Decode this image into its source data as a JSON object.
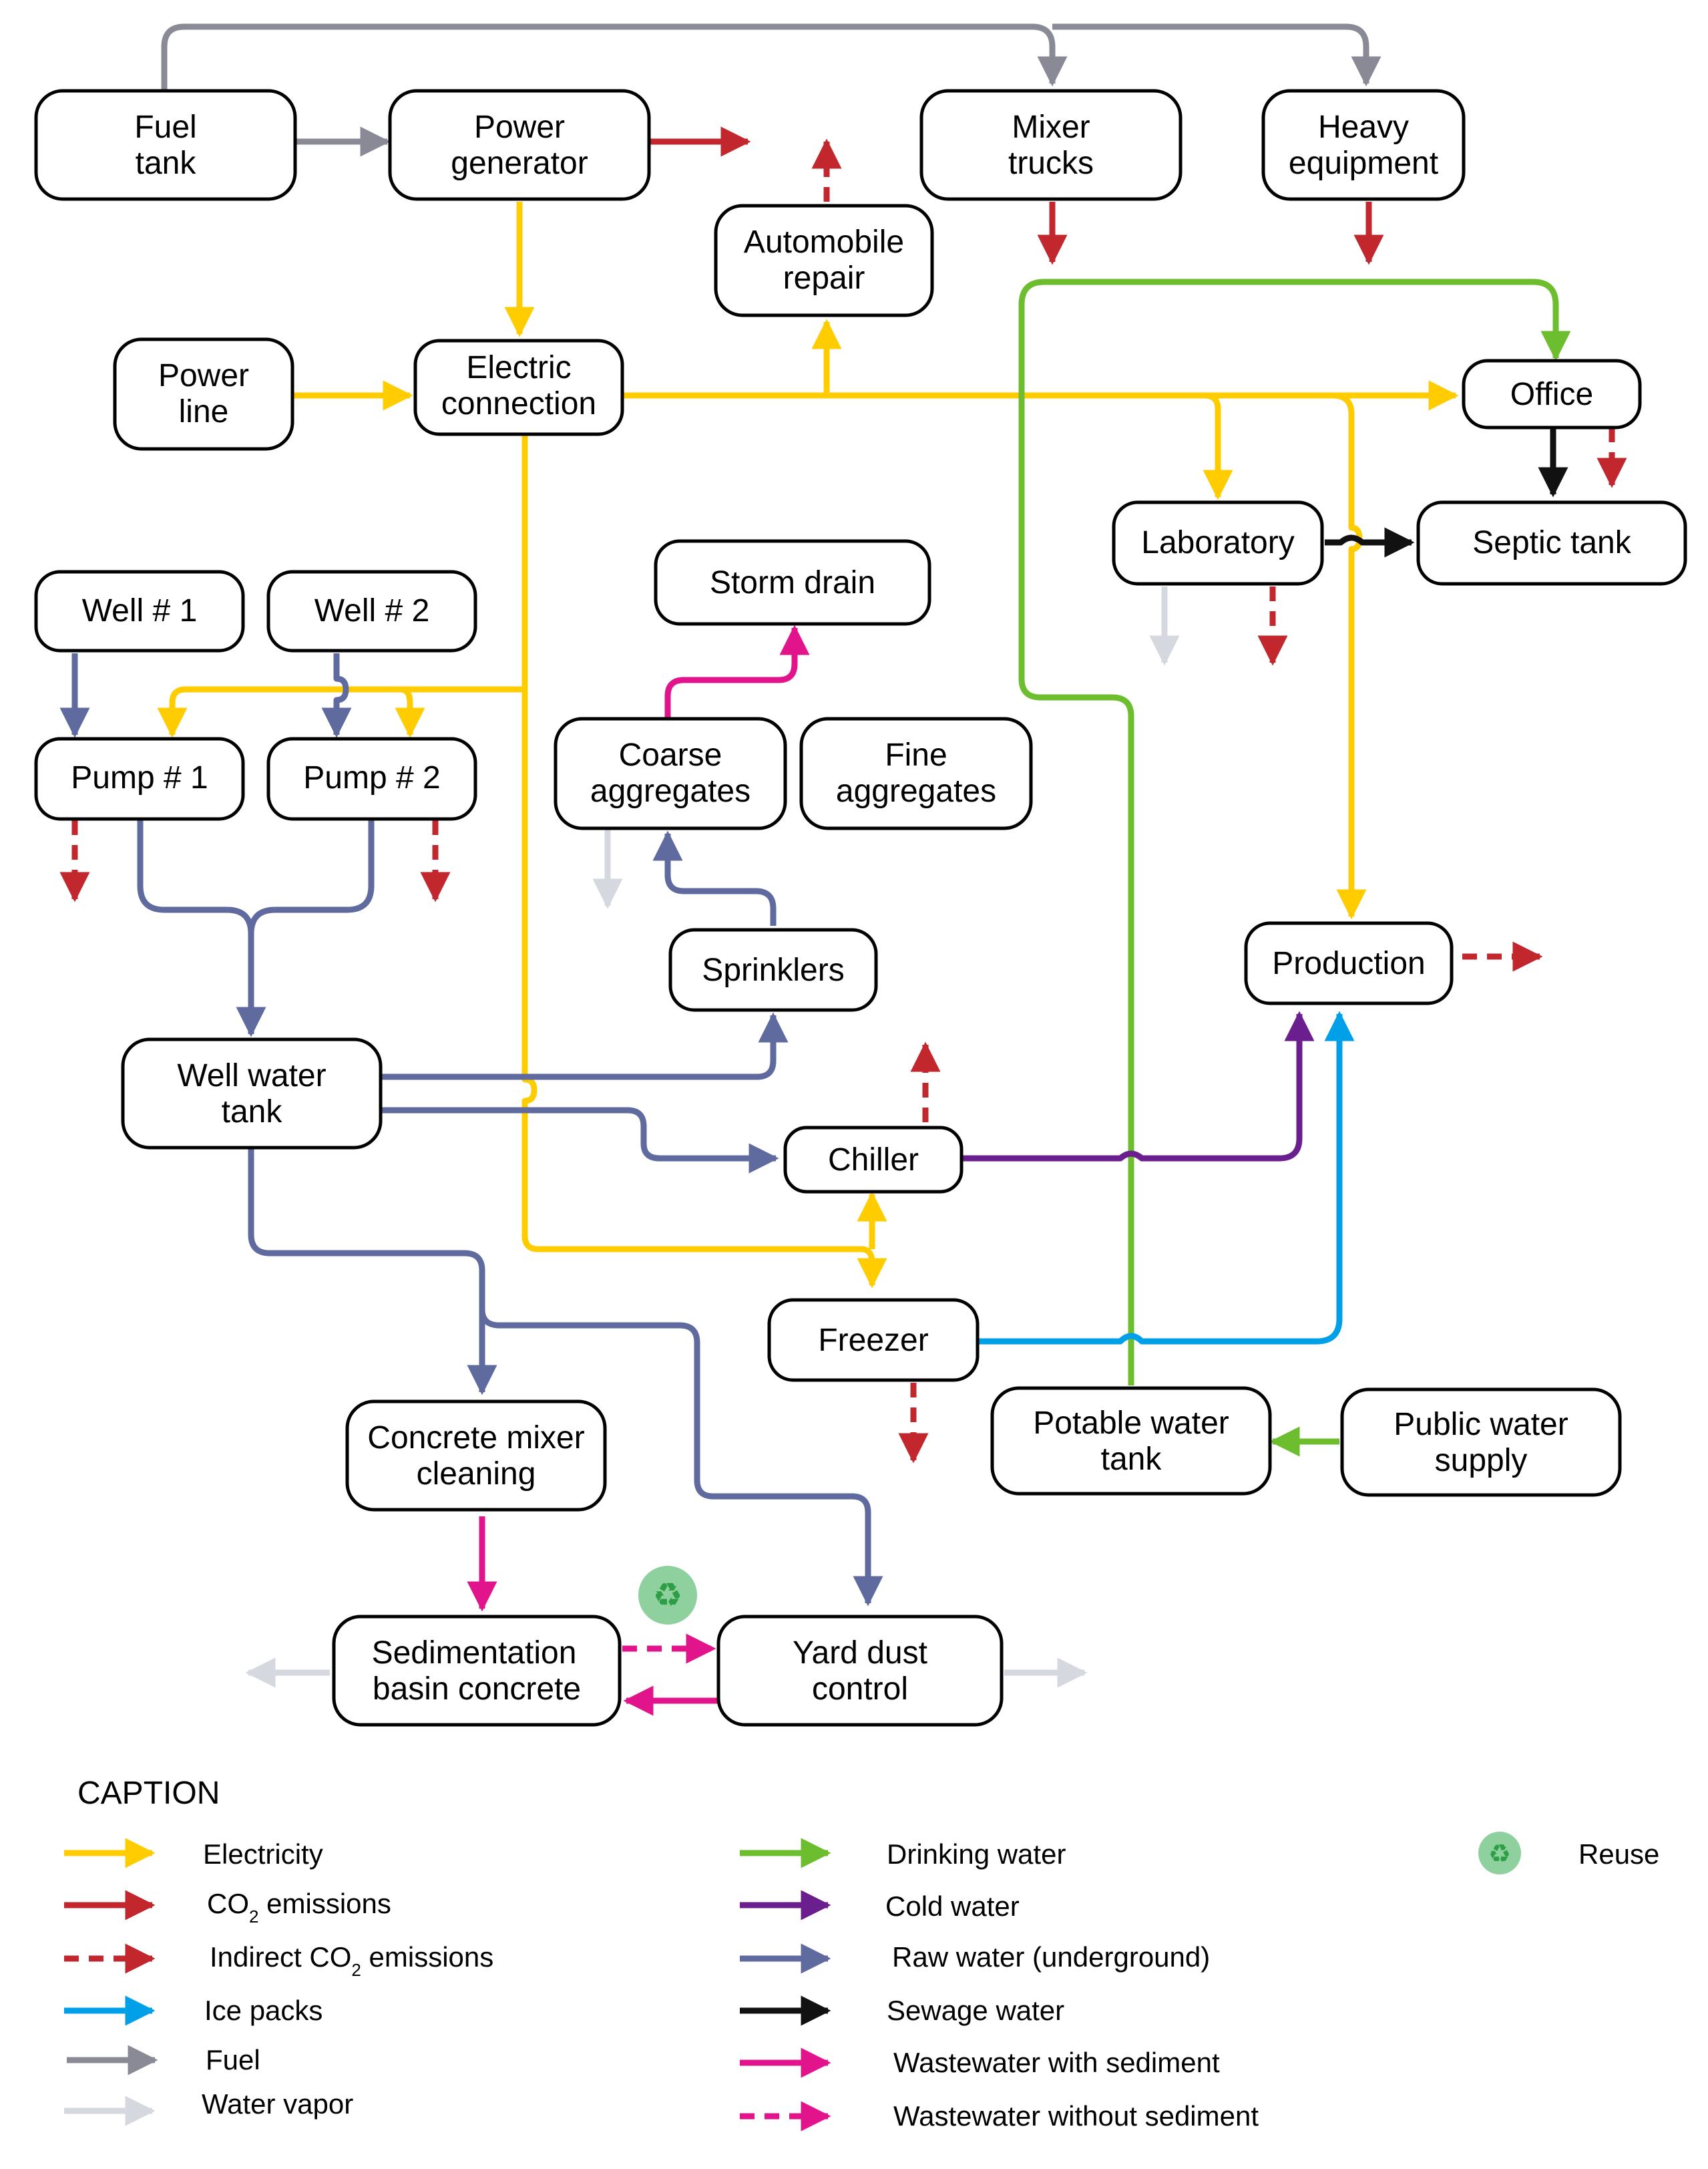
{
  "nodes": {
    "fuel_tank": [
      "Fuel",
      "tank"
    ],
    "power_generator": [
      "Power",
      "generator"
    ],
    "mixer_trucks": [
      "Mixer",
      "trucks"
    ],
    "heavy_equipment": [
      "Heavy",
      "equipment"
    ],
    "automobile_repair": [
      "Automobile",
      "repair"
    ],
    "power_line": [
      "Power",
      "line"
    ],
    "electric_connection": [
      "Electric",
      "connection"
    ],
    "office": [
      "Office"
    ],
    "laboratory": [
      "Laboratory"
    ],
    "septic_tank": [
      "Septic tank"
    ],
    "storm_drain": [
      "Storm drain"
    ],
    "well1": [
      "Well # 1"
    ],
    "well2": [
      "Well # 2"
    ],
    "pump1": [
      "Pump # 1"
    ],
    "pump2": [
      "Pump # 2"
    ],
    "coarse_aggregates": [
      "Coarse",
      "aggregates"
    ],
    "fine_aggregates": [
      "Fine",
      "aggregates"
    ],
    "sprinklers": [
      "Sprinklers"
    ],
    "production": [
      "Production"
    ],
    "well_water_tank": [
      "Well water",
      "tank"
    ],
    "chiller": [
      "Chiller"
    ],
    "freezer": [
      "Freezer"
    ],
    "potable_water_tank": [
      "Potable water",
      "tank"
    ],
    "public_water_supply": [
      "Public water",
      "supply"
    ],
    "concrete_mixer_cleaning": [
      "Concrete mixer",
      "cleaning"
    ],
    "sedimentation_basin": [
      "Sedimentation",
      "basin  concrete"
    ],
    "yard_dust_control": [
      "Yard dust",
      "control"
    ]
  },
  "caption": {
    "title": "CAPTION",
    "items": [
      {
        "key": "electricity",
        "label": "Electricity",
        "color": "#FFCC00",
        "style": "solid"
      },
      {
        "key": "co2",
        "label": "CO",
        "sub": "2",
        "suffix": " emissions",
        "color": "#C1272D",
        "style": "solid"
      },
      {
        "key": "indirect_co2",
        "label": "Indirect CO",
        "sub": "2",
        "suffix": " emissions",
        "color": "#C1272D",
        "style": "dashed"
      },
      {
        "key": "ice_packs",
        "label": "Ice packs",
        "color": "#00A0E9",
        "style": "solid"
      },
      {
        "key": "fuel",
        "label": "Fuel",
        "color": "#8A8A96",
        "style": "solid"
      },
      {
        "key": "water_vapor",
        "label": "Water vapor",
        "color": "#D5D8DF",
        "style": "solid"
      },
      {
        "key": "drinking_water",
        "label": "Drinking water",
        "color": "#6CBE2E",
        "style": "solid"
      },
      {
        "key": "cold_water",
        "label": "Cold water",
        "color": "#6B1E8E",
        "style": "solid"
      },
      {
        "key": "raw_water",
        "label": "Raw water (underground)",
        "color": "#5F6B9E",
        "style": "solid"
      },
      {
        "key": "sewage",
        "label": "Sewage water",
        "color": "#111111",
        "style": "solid"
      },
      {
        "key": "wastewater_sediment",
        "label": "Wastewater with sediment",
        "color": "#E2148C",
        "style": "solid"
      },
      {
        "key": "wastewater_no_sediment",
        "label": "Wastewater without sediment",
        "color": "#E2148C",
        "style": "dashed"
      },
      {
        "key": "reuse",
        "label": "Reuse",
        "icon": "recycle-icon",
        "color": "#8FD19E"
      }
    ]
  }
}
